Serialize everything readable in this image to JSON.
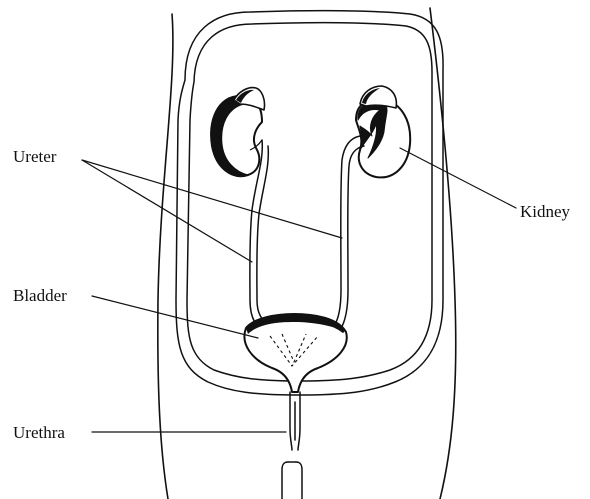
{
  "labels": {
    "ureter": "Ureter",
    "kidney": "Kidney",
    "bladder": "Bladder",
    "urethra": "Urethra"
  },
  "colors": {
    "ink": "#111111",
    "background": "#ffffff"
  }
}
